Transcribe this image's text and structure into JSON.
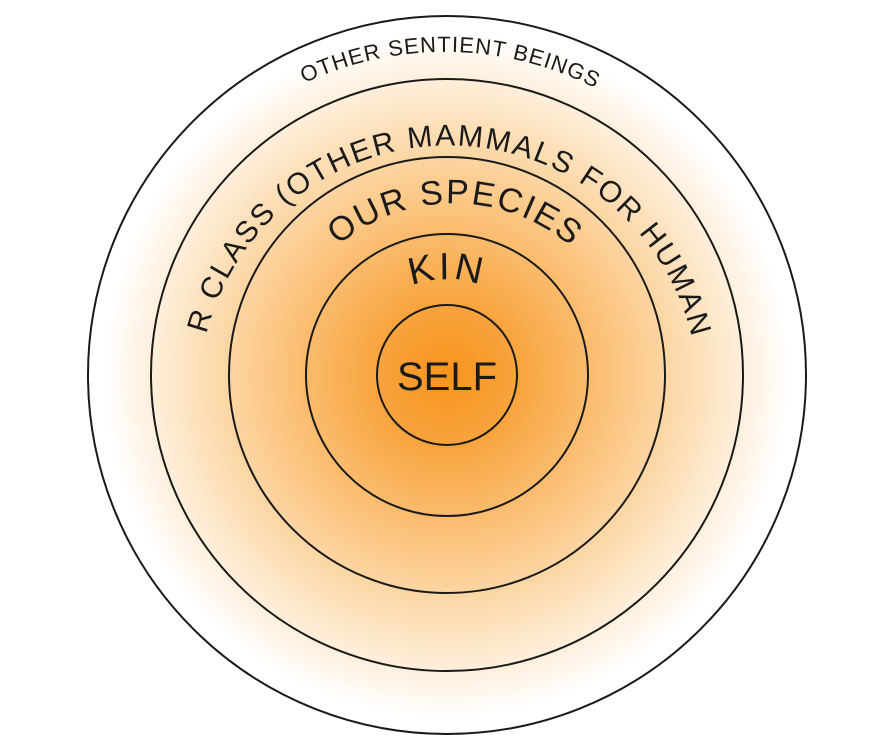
{
  "diagram": {
    "colors": {
      "center_glow": "#F7941D",
      "mid_glow": "#FBC27A",
      "outer_fade": "#FFFFFF",
      "ring_stroke": "#1A1A1A",
      "text": "#1A1A1A"
    },
    "rings": [
      {
        "id": "self",
        "label": "SELF"
      },
      {
        "id": "kin",
        "label": "KIN"
      },
      {
        "id": "species",
        "label": "OUR SPECIES"
      },
      {
        "id": "class",
        "label": "OUR CLASS (OTHER MAMMALS FOR HUMANS)"
      },
      {
        "id": "sentient",
        "label": "OTHER SENTIENT BEINGS"
      }
    ]
  }
}
